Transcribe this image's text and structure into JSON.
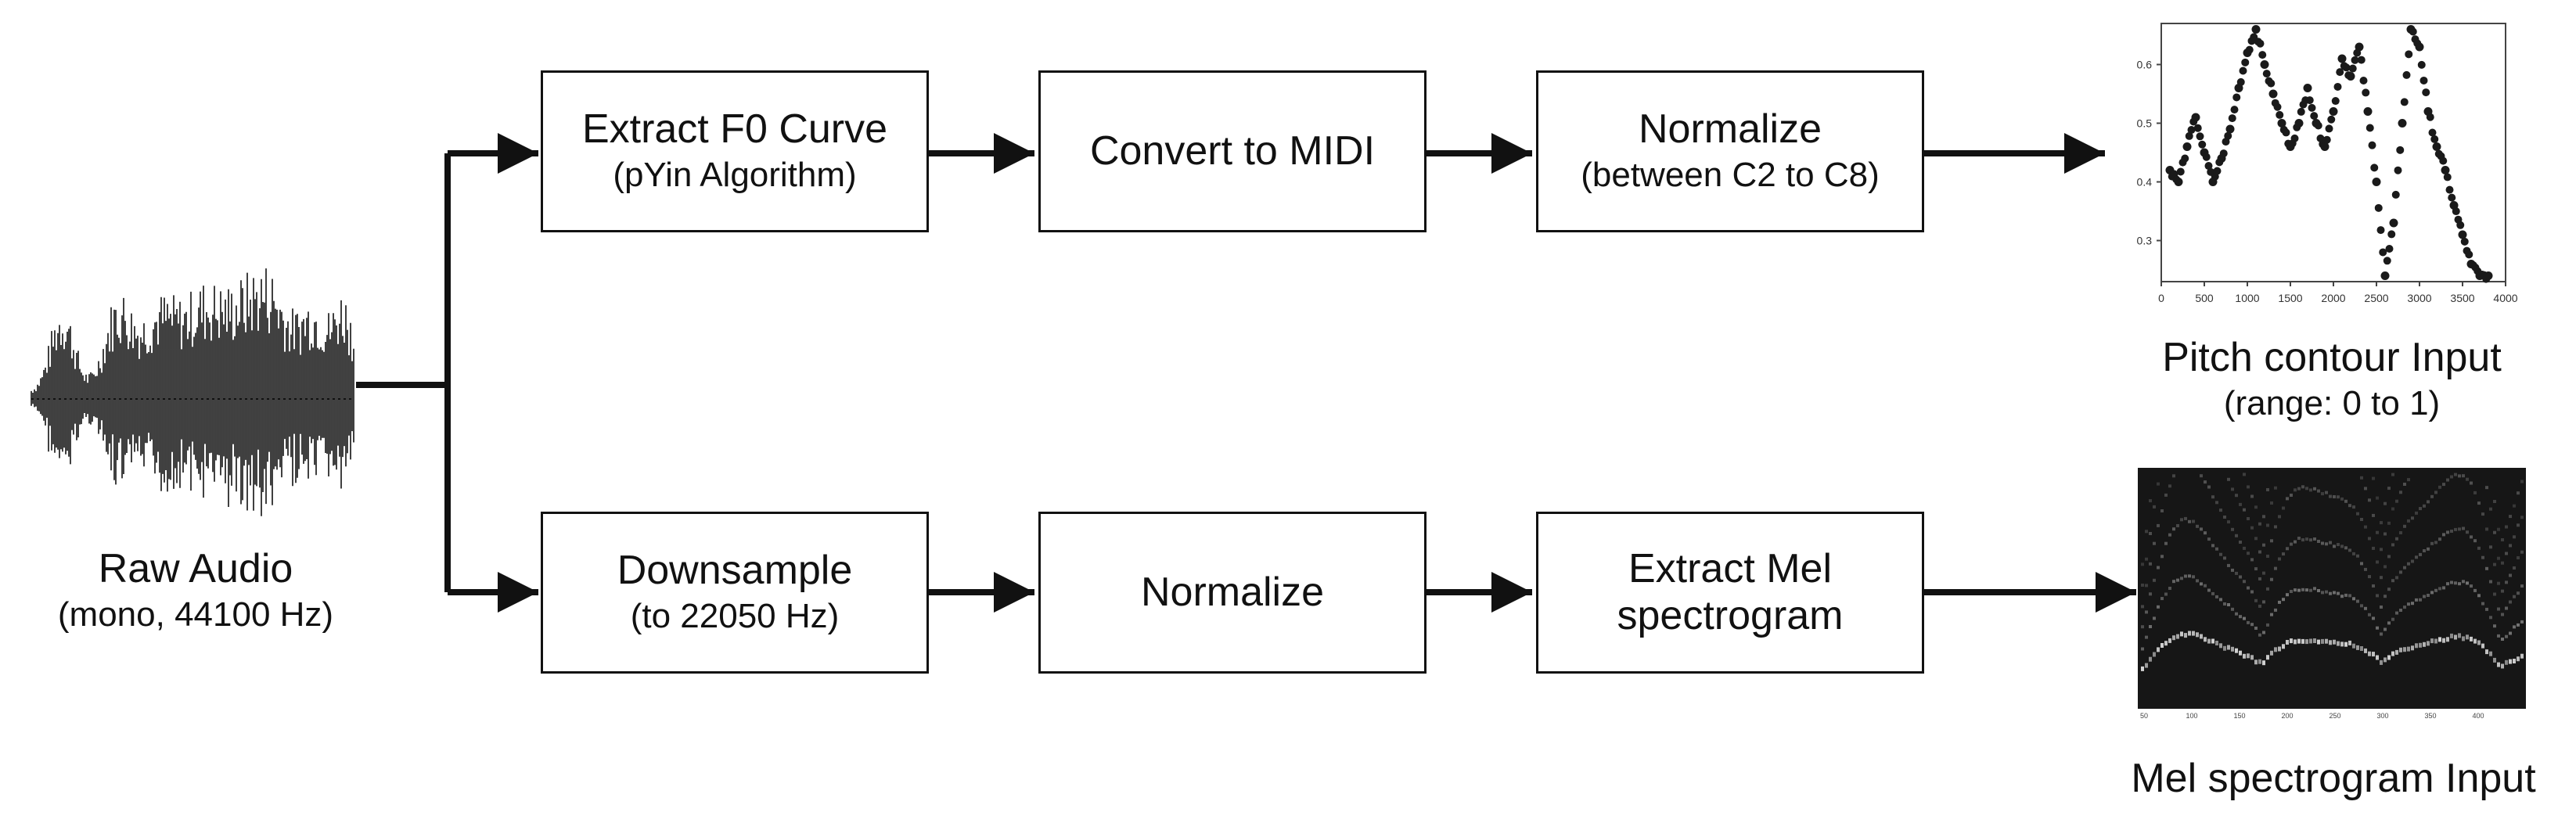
{
  "raw_audio": {
    "title": "Raw Audio",
    "subtitle": "(mono, 44100 Hz)"
  },
  "top_pipeline": [
    {
      "main": "Extract F0 Curve",
      "sub": "(pYin Algorithm)"
    },
    {
      "main": "Convert to MIDI",
      "sub": ""
    },
    {
      "main": "Normalize",
      "sub": "(between C2 to C8)"
    }
  ],
  "bottom_pipeline": [
    {
      "main": "Downsample",
      "sub": "(to 22050 Hz)"
    },
    {
      "main": "Normalize",
      "sub": ""
    },
    {
      "main": "Extract Mel",
      "sub": "spectrogram"
    }
  ],
  "pitch_output": {
    "title": "Pitch contour Input",
    "subtitle": "(range: 0 to 1)"
  },
  "mel_output": {
    "title": "Mel spectrogram Input"
  },
  "pitch_chart": {
    "x_ticks": [
      "0",
      "500",
      "1000",
      "1500",
      "2000",
      "2500",
      "3000",
      "3500",
      "4000"
    ],
    "y_ticks": [
      "0.6",
      "0.5",
      "0.4",
      "0.3"
    ],
    "xlim": [
      0,
      4000
    ],
    "ylim": [
      0.23,
      0.67
    ]
  },
  "mel_chart": {
    "x_ticks": [
      "50",
      "100",
      "150",
      "200",
      "250",
      "300",
      "350",
      "400"
    ]
  },
  "chart_data": [
    {
      "type": "scatter",
      "x": [
        100,
        200,
        300,
        400,
        500,
        600,
        700,
        800,
        900,
        1000,
        1100,
        1200,
        1300,
        1400,
        1500,
        1600,
        1700,
        1800,
        1900,
        2000,
        2100,
        2200,
        2300,
        2400,
        2500,
        2600,
        2700,
        2800,
        2900,
        3000,
        3100,
        3200,
        3300,
        3400,
        3500,
        3600,
        3700,
        3800
      ],
      "y": [
        0.42,
        0.4,
        0.46,
        0.51,
        0.45,
        0.4,
        0.44,
        0.49,
        0.56,
        0.62,
        0.66,
        0.6,
        0.55,
        0.5,
        0.46,
        0.5,
        0.56,
        0.5,
        0.46,
        0.52,
        0.61,
        0.58,
        0.63,
        0.52,
        0.4,
        0.24,
        0.33,
        0.5,
        0.66,
        0.63,
        0.52,
        0.46,
        0.42,
        0.36,
        0.31,
        0.26,
        0.24,
        0.24
      ],
      "xlim": [
        0,
        4000
      ],
      "ylim": [
        0.23,
        0.67
      ]
    },
    {
      "type": "heatmap",
      "x_ticks": [
        "50",
        "100",
        "150",
        "200",
        "250",
        "300",
        "350",
        "400"
      ]
    }
  ]
}
